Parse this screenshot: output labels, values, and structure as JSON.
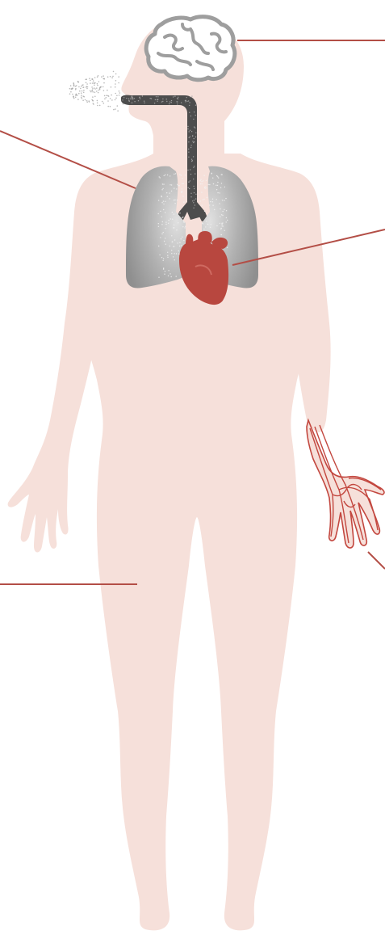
{
  "diagram": {
    "body": {
      "skin_color": "#f6e0da",
      "leader_line_color": "#b34e46"
    },
    "organs": {
      "brain": {
        "fill": "#ffffff",
        "stroke": "#9e9e9e"
      },
      "airway": {
        "fill": "#4d4d4d",
        "speckle": "#a8a8a8"
      },
      "lungs": {
        "outer": "#8f8f8f",
        "inner": "#e0e0e0"
      },
      "heart": {
        "fill": "#b8473f",
        "highlight": "#cf6a61"
      },
      "blood_vessels": {
        "stroke": "#c3473f",
        "fill": "#f6e0da"
      }
    },
    "callouts": [
      "brain",
      "lungs",
      "heart",
      "hand-blood-vessels",
      "body"
    ]
  }
}
